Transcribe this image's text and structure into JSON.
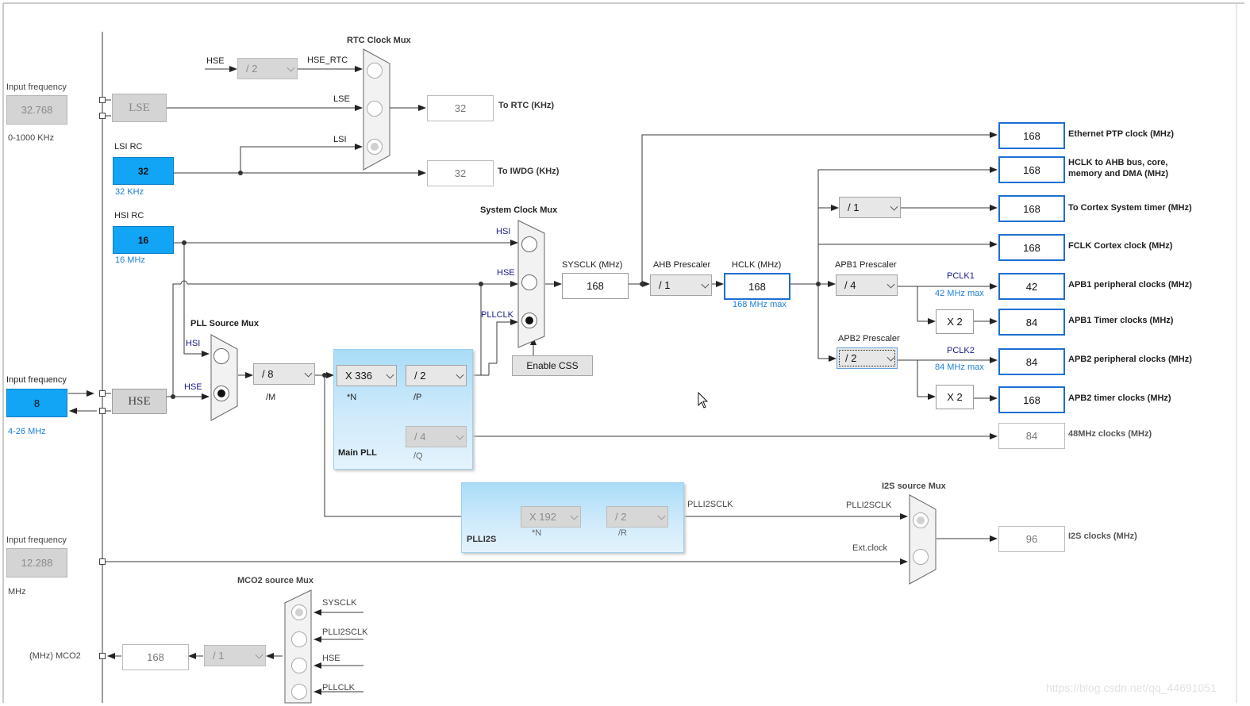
{
  "lse": {
    "input_label": "Input frequency",
    "value": "32.768",
    "range": "0-1000 KHz",
    "block": "LSE"
  },
  "lsi": {
    "title": "LSI RC",
    "value": "32",
    "freq": "32 KHz"
  },
  "hsi": {
    "title": "HSI RC",
    "value": "16",
    "freq": "16 MHz"
  },
  "hse": {
    "input_label": "Input frequency",
    "value": "8",
    "range": "4-26 MHz",
    "block": "HSE"
  },
  "ext": {
    "input_label": "Input frequency",
    "value": "12.288",
    "unit": "MHz"
  },
  "rtc": {
    "title": "RTC Clock Mux",
    "hse_label": "HSE",
    "div": "/ 2",
    "hse_rtc": "HSE_RTC",
    "lse_label": "LSE",
    "lsi_label": "LSI",
    "out_value": "32",
    "out_label": "To RTC (KHz)",
    "iwdg_value": "32",
    "iwdg_label": "To IWDG (KHz)"
  },
  "pll_source_mux": {
    "title": "PLL Source Mux",
    "hsi_label": "HSI",
    "hse_label": "HSE"
  },
  "main_pll": {
    "title": "Main PLL",
    "m": "/ 8",
    "m_label": "/M",
    "n": "X 336",
    "n_label": "*N",
    "p": "/ 2",
    "p_label": "/P",
    "q": "/ 4",
    "q_label": "/Q"
  },
  "sys_mux": {
    "title": "System Clock Mux",
    "hsi": "HSI",
    "hse": "HSE",
    "pllclk": "PLLCLK",
    "css": "Enable CSS"
  },
  "sysclk": {
    "label": "SYSCLK (MHz)",
    "value": "168"
  },
  "ahb": {
    "label": "AHB Prescaler",
    "value": "/ 1"
  },
  "hclk": {
    "label": "HCLK (MHz)",
    "value": "168",
    "max": "168 MHz max"
  },
  "apb1": {
    "label": "APB1 Prescaler",
    "value": "/ 4",
    "pclk": "PCLK1",
    "max": "42 MHz max"
  },
  "apb2": {
    "label": "APB2 Prescaler",
    "value": "/ 2",
    "pclk": "PCLK2",
    "max": "84 MHz max"
  },
  "cortex_div": "/ 1",
  "x2_a": "X 2",
  "x2_b": "X 2",
  "outputs": [
    {
      "value": "168",
      "label": "Ethernet PTP clock (MHz)"
    },
    {
      "value": "168",
      "label": "HCLK to AHB bus, core,",
      "label2": "memory and DMA (MHz)"
    },
    {
      "value": "168",
      "label": "To Cortex System timer (MHz)"
    },
    {
      "value": "168",
      "label": "FCLK Cortex clock (MHz)"
    },
    {
      "value": "42",
      "label": "APB1 peripheral clocks (MHz)"
    },
    {
      "value": "84",
      "label": "APB1 Timer clocks (MHz)"
    },
    {
      "value": "84",
      "label": "APB2 peripheral clocks (MHz)"
    },
    {
      "value": "168",
      "label": "APB2 timer clocks (MHz)"
    },
    {
      "value": "84",
      "label": "48MHz clocks (MHz)"
    },
    {
      "value": "96",
      "label": "I2S clocks (MHz)"
    }
  ],
  "plli2s": {
    "title": "PLLI2S",
    "n": "X 192",
    "n_label": "*N",
    "r": "/ 2",
    "r_label": "/R",
    "out": "PLLI2SCLK"
  },
  "i2s_mux": {
    "title": "I2S source Mux",
    "plli2sclk": "PLLI2SCLK",
    "ext": "Ext.clock"
  },
  "mco2": {
    "title": "MCO2 source Mux",
    "sysclk": "SYSCLK",
    "plli2sclk": "PLLI2SCLK",
    "hse": "HSE",
    "pllclk": "PLLCLK",
    "div": "/ 1",
    "value": "168",
    "label": "(MHz) MCO2"
  },
  "watermark": "https://blog.csdn.net/qq_44691051"
}
